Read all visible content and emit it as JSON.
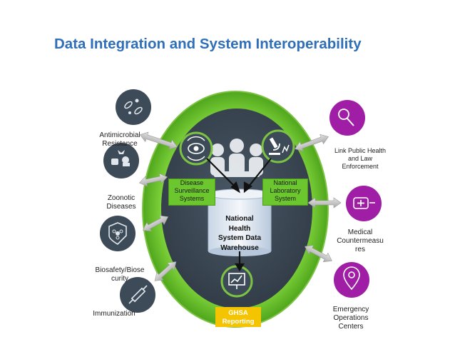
{
  "title": "Data Integration and System Interoperability",
  "left_labels": {
    "antimicrobial": "Antimicrobial\nResistance",
    "zoonotic": "Zoonotic\nDiseases",
    "biosafety": "Biosafety/Biose\ncurity",
    "immunization": "Immunization"
  },
  "right_labels": {
    "link_public_health": "Link Public Health\nand Law\nEnforcement",
    "medical": "Medical\nCountermeasu\nres",
    "emergency": "Emergency\nOperations\nCenters"
  },
  "inner_boxes": {
    "disease": "Disease\nSurveillance\nSystems",
    "laboratory": "National\nLaboratory\nSystem"
  },
  "database": "National\nHealth\nSystem Data\nWarehouse",
  "ghsa": "GHSA\nReporting",
  "colors": {
    "title": "#2f6fb9",
    "outer_ring": "#6cc72e",
    "inner_disk": "#3d4a57",
    "left_icons": "#3d4a57",
    "right_icons": "#a01ea5",
    "ghsa_box": "#f5c400"
  }
}
